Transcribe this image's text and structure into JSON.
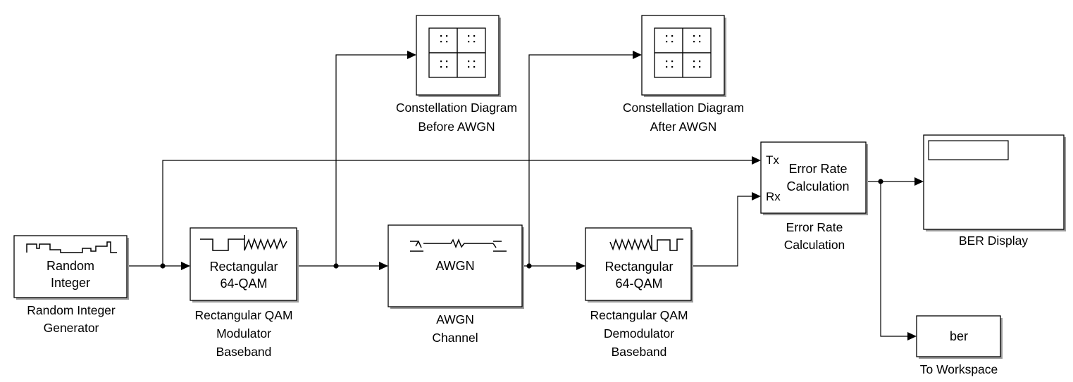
{
  "blocks": {
    "random_integer": {
      "inner": [
        "Random",
        "Integer"
      ],
      "caption": [
        "Random Integer",
        "Generator"
      ]
    },
    "qam_mod": {
      "inner": [
        "Rectangular",
        "64-QAM"
      ],
      "caption": [
        "Rectangular QAM",
        "Modulator",
        "Baseband"
      ]
    },
    "awgn": {
      "inner": [
        "AWGN"
      ],
      "caption": [
        "AWGN",
        "Channel"
      ]
    },
    "qam_demod": {
      "inner": [
        "Rectangular",
        "64-QAM"
      ],
      "caption": [
        "Rectangular QAM",
        "Demodulator",
        "Baseband"
      ]
    },
    "const_before": {
      "caption": [
        "Constellation Diagram",
        "Before AWGN"
      ]
    },
    "const_after": {
      "caption": [
        "Constellation Diagram",
        "After AWGN"
      ]
    },
    "error_rate": {
      "inner": [
        "Error Rate",
        "Calculation"
      ],
      "ports": [
        "Tx",
        "Rx"
      ],
      "caption": [
        "Error Rate",
        "Calculation"
      ]
    },
    "ber_display": {
      "caption": [
        "BER Display"
      ]
    },
    "to_workspace": {
      "inner": [
        "ber"
      ],
      "caption": [
        "To Workspace"
      ]
    }
  }
}
